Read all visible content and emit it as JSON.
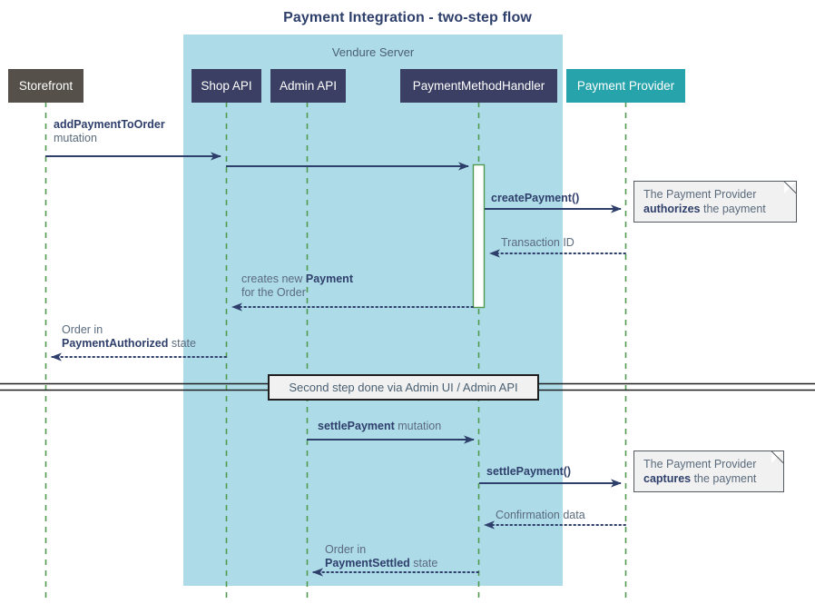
{
  "diagram": {
    "title": "Payment Integration - two-step flow",
    "type": "sequence-diagram",
    "group": {
      "label": "Vendure Server",
      "color": "#aedbe8"
    },
    "colors": {
      "actor_storefront": "#555049",
      "actor_internal": "#3b3f63",
      "actor_provider": "#27a3ab",
      "arrow": "#2e3f6b",
      "lifeline": "#4f9a4f",
      "note_bg": "#f1f1f1",
      "note_border": "#555a60",
      "title": "#2e3f6b",
      "label": "#5a6b7d"
    },
    "participants": [
      {
        "id": "storefront",
        "label": "Storefront",
        "kind": "external"
      },
      {
        "id": "shop_api",
        "label": "Shop API",
        "kind": "internal"
      },
      {
        "id": "admin_api",
        "label": "Admin API",
        "kind": "internal"
      },
      {
        "id": "handler",
        "label": "PaymentMethodHandler",
        "kind": "internal"
      },
      {
        "id": "provider",
        "label": "Payment Provider",
        "kind": "external"
      }
    ],
    "messages": [
      {
        "id": "m1",
        "from": "storefront",
        "to": "shop_api",
        "style": "solid",
        "lines": [
          {
            "text": "addPaymentToOrder",
            "bold": true
          },
          {
            "text": "mutation",
            "bold": false
          }
        ]
      },
      {
        "id": "m2",
        "from": "shop_api",
        "to": "handler",
        "style": "solid",
        "lines": []
      },
      {
        "id": "m3",
        "from": "handler",
        "to": "provider",
        "style": "solid",
        "lines": [
          {
            "text": "createPayment()",
            "bold": true
          }
        ]
      },
      {
        "id": "m4",
        "from": "provider",
        "to": "handler",
        "style": "dotted",
        "lines": [
          {
            "text": "Transaction ID",
            "bold": false
          }
        ]
      },
      {
        "id": "m5",
        "from": "handler",
        "to": "shop_api",
        "style": "dotted",
        "lines": [
          {
            "text": "creates new ",
            "bold": false
          },
          {
            "text": "Payment",
            "bold": true
          },
          {
            "text": "for the Order",
            "bold": false
          }
        ]
      },
      {
        "id": "m6",
        "from": "shop_api",
        "to": "storefront",
        "style": "dotted",
        "lines": [
          {
            "text": "Order in",
            "bold": false
          },
          {
            "text": "PaymentAuthorized",
            "bold": true
          },
          {
            "text": " state",
            "bold": false
          }
        ]
      },
      {
        "id": "m7",
        "from": "admin_api",
        "to": "handler",
        "style": "solid",
        "lines": [
          {
            "text": "settlePayment",
            "bold": true
          },
          {
            "text": " mutation",
            "bold": false
          }
        ]
      },
      {
        "id": "m8",
        "from": "handler",
        "to": "provider",
        "style": "solid",
        "lines": [
          {
            "text": "settlePayment()",
            "bold": true
          }
        ]
      },
      {
        "id": "m9",
        "from": "provider",
        "to": "handler",
        "style": "dotted",
        "lines": [
          {
            "text": "Confirmation data",
            "bold": false
          }
        ]
      },
      {
        "id": "m10",
        "from": "handler",
        "to": "admin_api",
        "style": "dotted",
        "lines": [
          {
            "text": "Order in",
            "bold": false
          },
          {
            "text": "PaymentSettled",
            "bold": true
          },
          {
            "text": " state",
            "bold": false
          }
        ]
      }
    ],
    "labels": {
      "m1_line1": "addPaymentToOrder",
      "m1_line2": "mutation",
      "m3": "createPayment()",
      "m4": "Transaction ID",
      "m5_line1_plain": "creates new ",
      "m5_line1_bold": "Payment",
      "m5_line2": "for the Order",
      "m6_line1": "Order in",
      "m6_line2_bold": "PaymentAuthorized",
      "m6_line2_plain": " state",
      "m7_bold": "settlePayment",
      "m7_plain": " mutation",
      "m8": "settlePayment()",
      "m9": "Confirmation data",
      "m10_line1": "Order in",
      "m10_line2_bold": "PaymentSettled",
      "m10_line2_plain": " state"
    },
    "notes": [
      {
        "id": "note1",
        "line1": "The Payment Provider",
        "bold": "authorizes",
        "line2_suffix": " the payment"
      },
      {
        "id": "note2",
        "line1": "The Payment Provider",
        "bold": "captures",
        "line2_suffix": " the payment"
      }
    ],
    "divider": {
      "label": "Second step done via Admin UI / Admin API"
    }
  }
}
